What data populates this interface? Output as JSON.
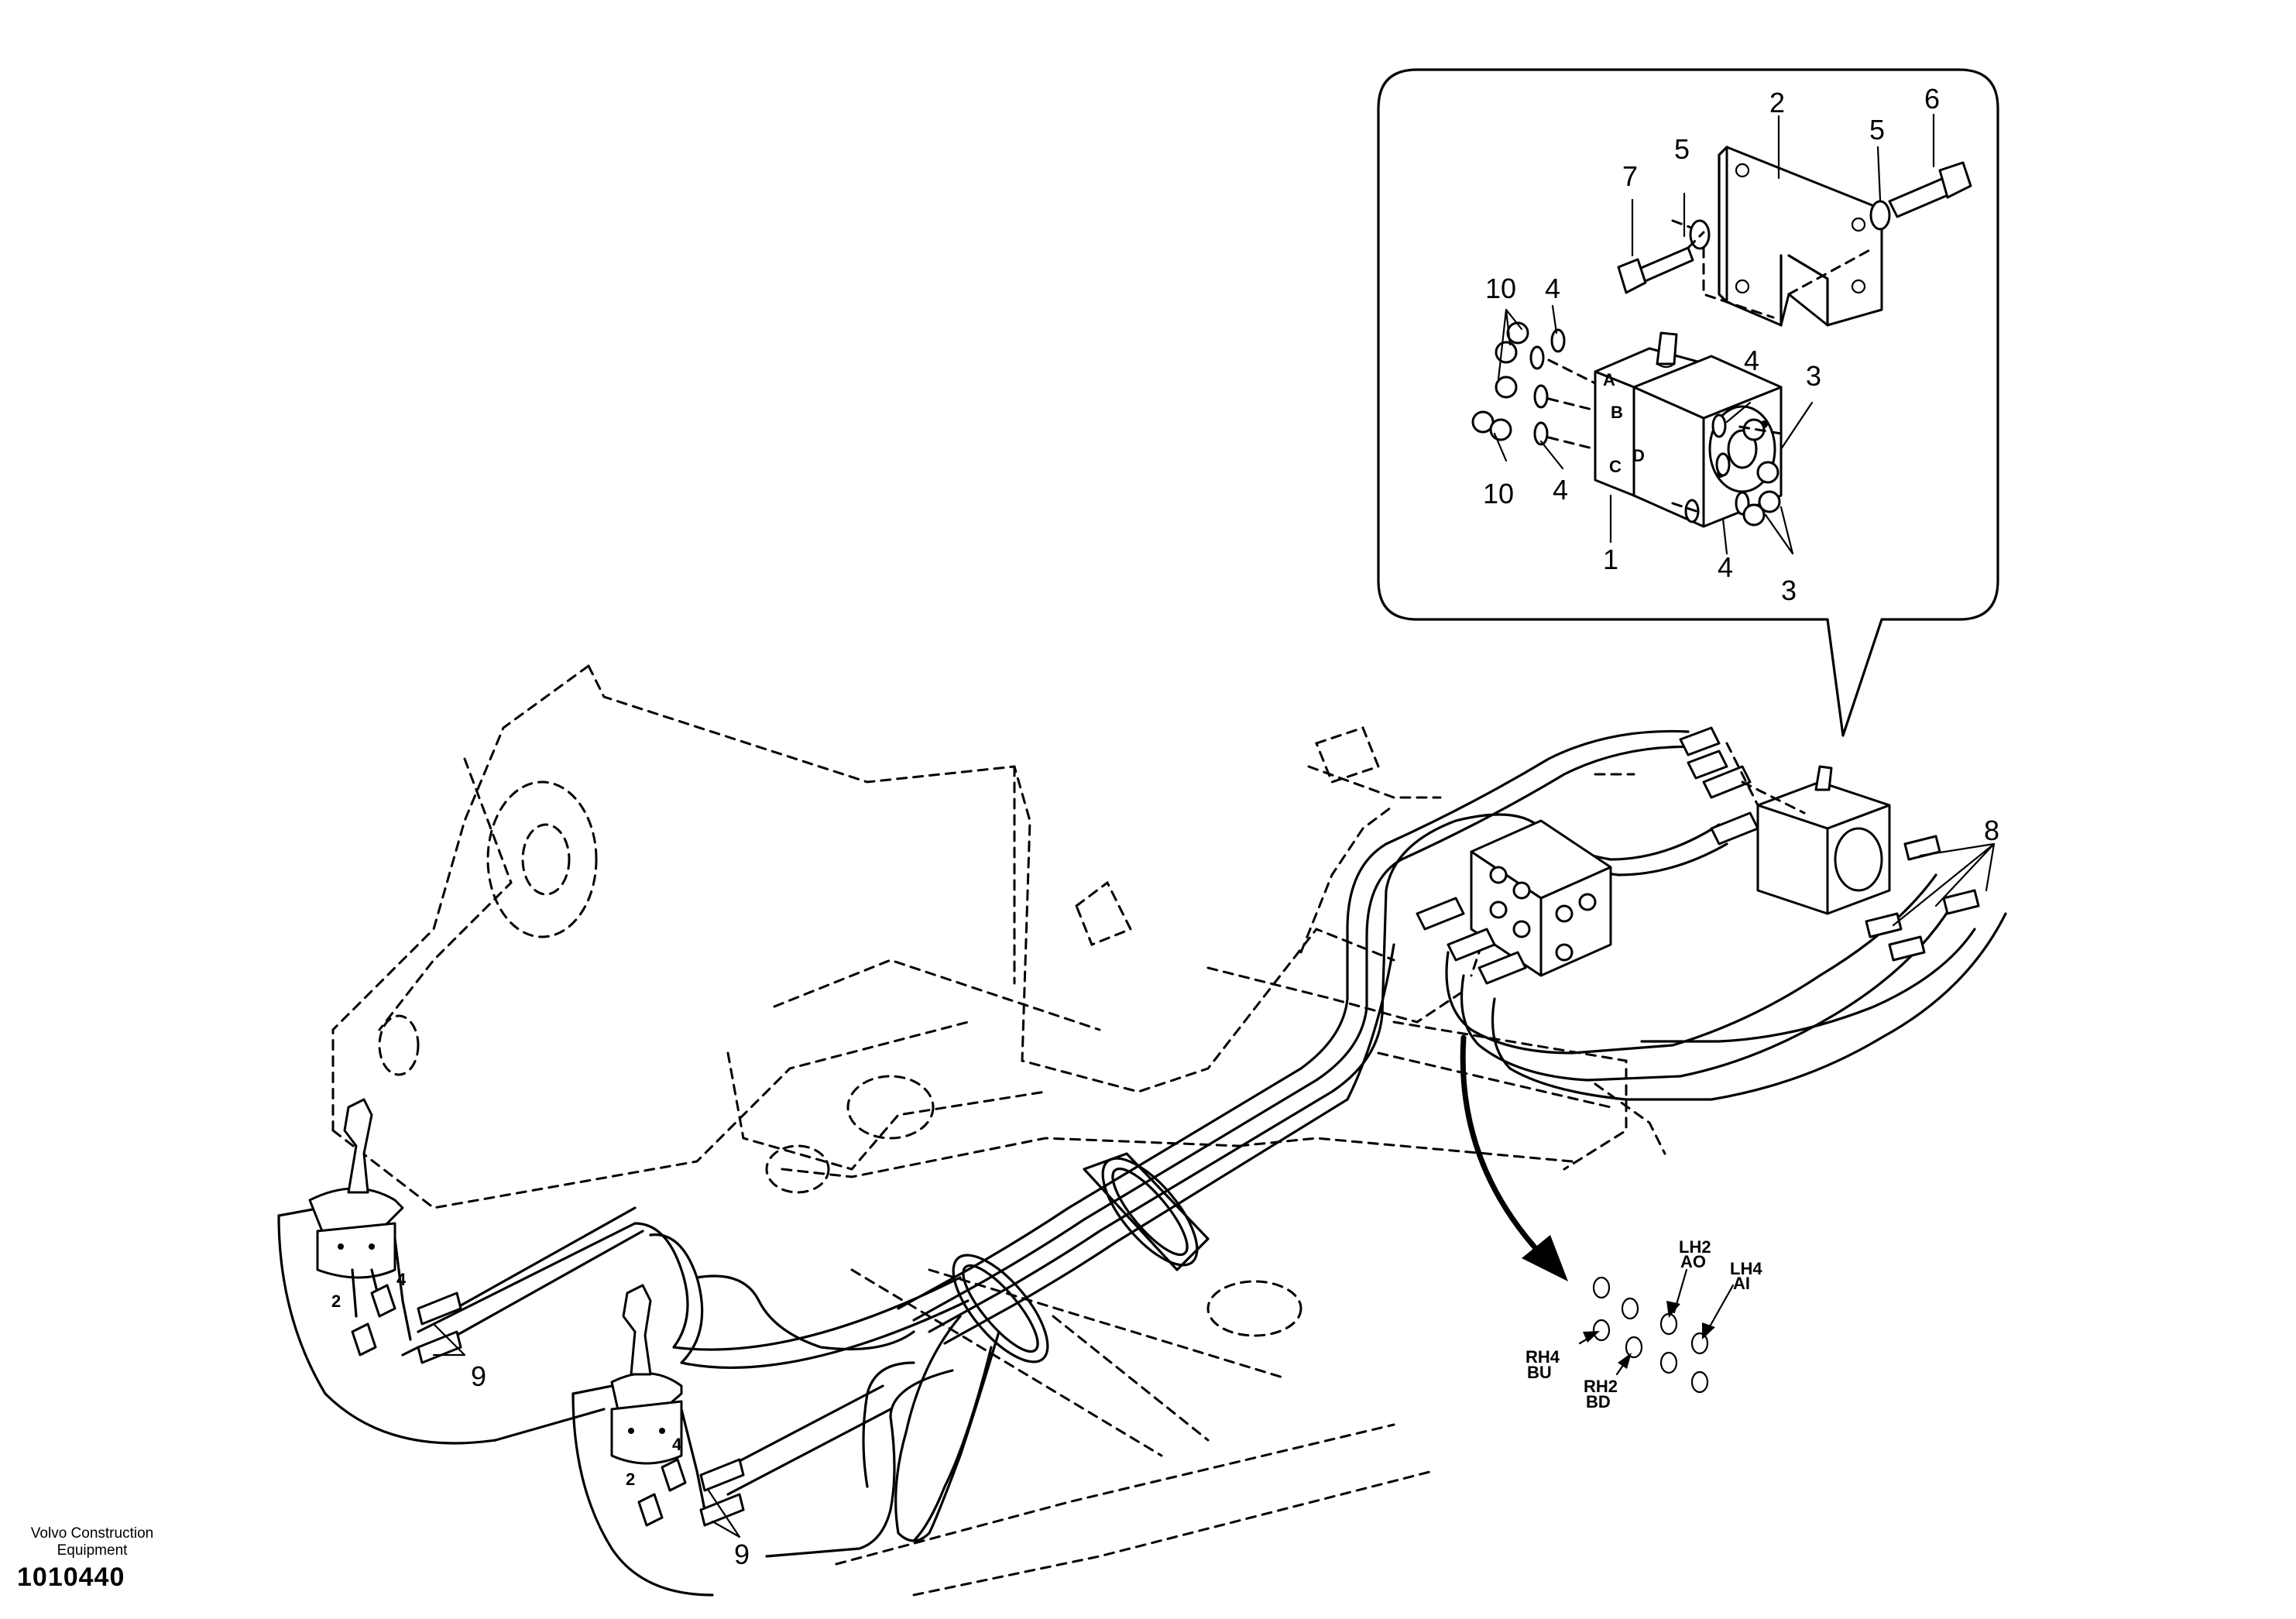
{
  "detail_callouts": {
    "c1": "1",
    "c2": "2",
    "c3a": "3",
    "c3b": "3",
    "c4a": "4",
    "c4b": "4",
    "c4c": "4",
    "c4d": "4",
    "c5a": "5",
    "c5b": "5",
    "c6": "6",
    "c7": "7",
    "c10a": "10",
    "c10b": "10"
  },
  "main_callouts": {
    "c8": "8",
    "c9a": "9",
    "c9b": "9"
  },
  "valve_port_letters": {
    "a": "A",
    "b": "B",
    "c": "C",
    "d": "D"
  },
  "joystick_port_labels": {
    "left_2": "2",
    "left_4": "4",
    "right_2": "2",
    "right_4": "4"
  },
  "port_labels": {
    "lh2_top": "LH2",
    "lh2_bottom": "AO",
    "lh4_top": "LH4",
    "lh4_bottom": "AI",
    "rh4_top": "RH4",
    "rh4_bottom": "BU",
    "rh2_top": "RH2",
    "rh2_bottom": "BD"
  },
  "footer": {
    "maker_line1": "Volvo Construction",
    "maker_line2": "Equipment",
    "drawing_number": "1010440"
  }
}
